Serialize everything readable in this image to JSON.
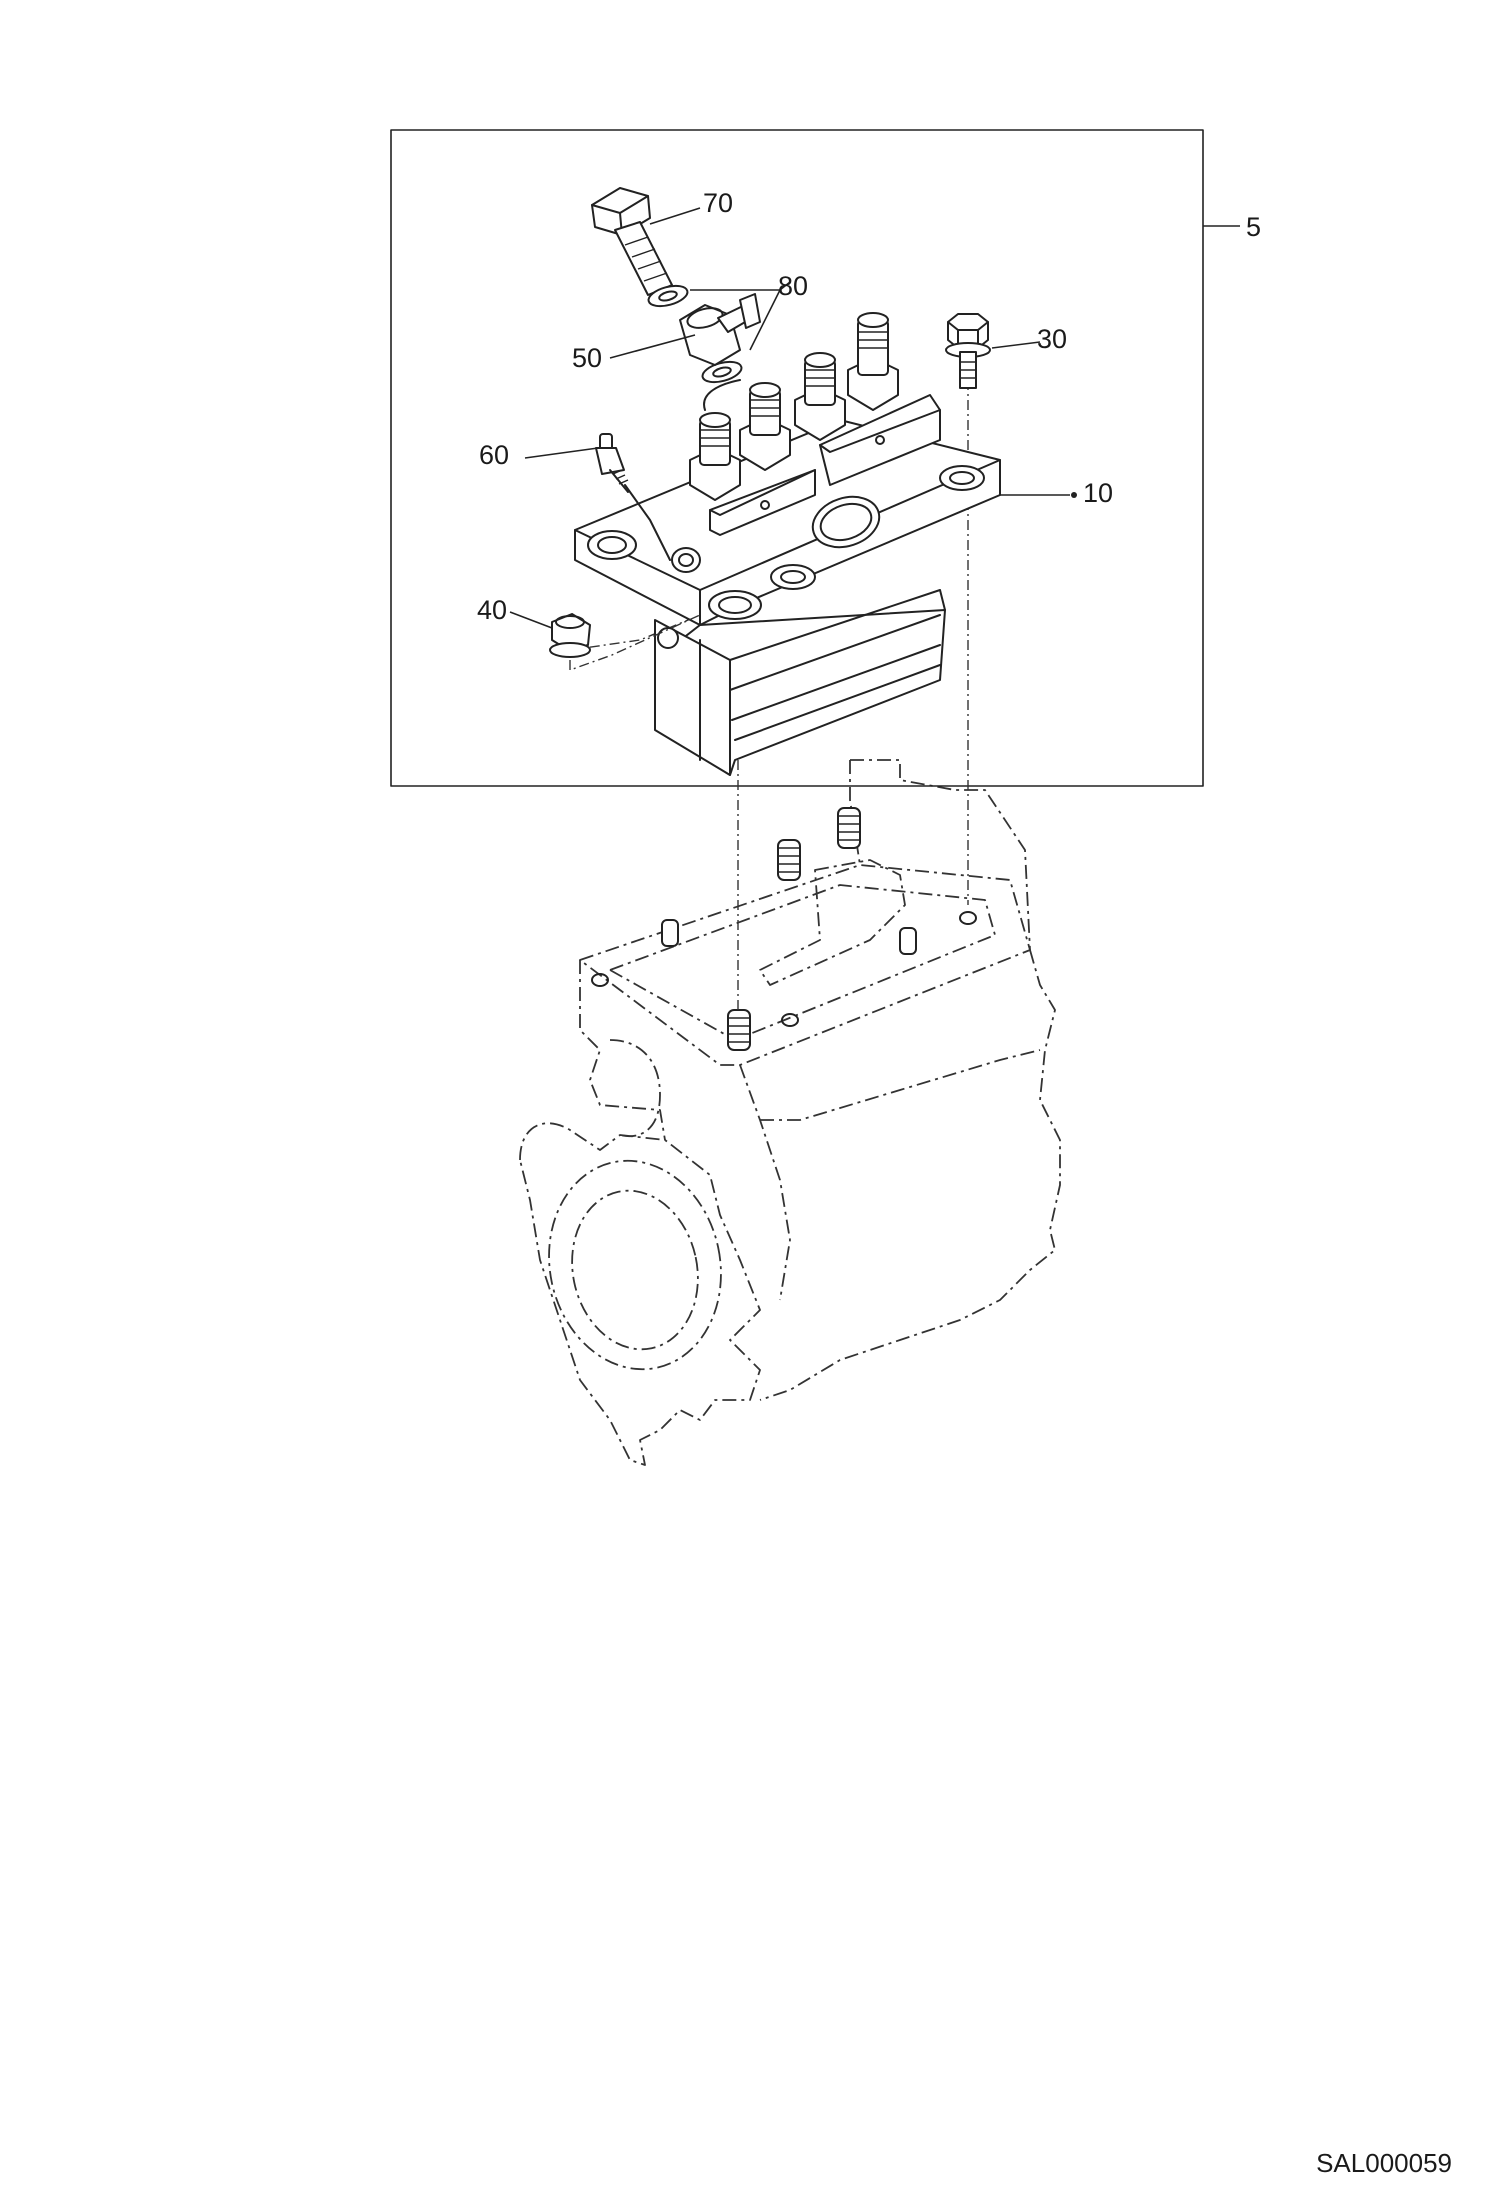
{
  "diagram": {
    "callouts": [
      {
        "id": "c70",
        "text": "70"
      },
      {
        "id": "c80",
        "text": "80"
      },
      {
        "id": "c50",
        "text": "50"
      },
      {
        "id": "c30",
        "text": "30"
      },
      {
        "id": "c60",
        "text": "60"
      },
      {
        "id": "c10",
        "text": "10"
      },
      {
        "id": "c40",
        "text": "40"
      },
      {
        "id": "c5",
        "text": "5"
      }
    ],
    "reference_code": "SAL000059"
  }
}
